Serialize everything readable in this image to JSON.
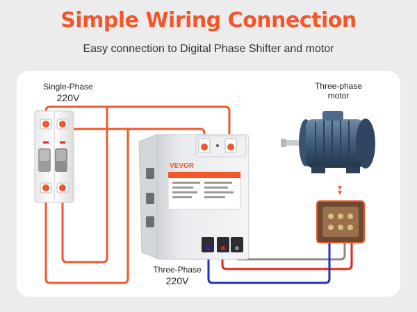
{
  "title": "Simple Wiring Connection",
  "subtitle": "Easy connection to Digital Phase Shifter and motor",
  "labels": {
    "single_phase": "Single-Phase",
    "single_phase_voltage": "220V",
    "motor_line1": "Three-phase",
    "motor_line2": "motor",
    "three_phase": "Three-Phase",
    "three_phase_voltage": "220V"
  },
  "device": {
    "brand": "VEVOR"
  },
  "colors": {
    "title": "#f2572b",
    "wire_orange": "#f2572b",
    "wire_red": "#e0261c",
    "wire_blue": "#1d2fc4",
    "wire_gray": "#8a8a8a",
    "motor_body": "#3f5a78"
  }
}
